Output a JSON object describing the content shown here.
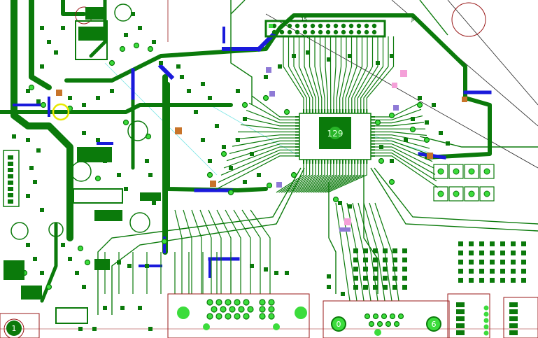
{
  "labels": {
    "mounting_hole_left": "1",
    "mounting_hole_mid": "0",
    "mounting_hole_right": "6",
    "center_chip": "129",
    "ref_top_mid": "15",
    "ref_top_right": "JP"
  },
  "colors": {
    "background": "#ffffff",
    "trace_top": "#0b7a0b",
    "trace_bottom": "#1a1adb",
    "pad": "#0b7a0b",
    "via": "#3cdc3c",
    "silkscreen": "#9a1a1a",
    "highlight_ring": "#e8e800",
    "component_orange": "#c8742a",
    "component_pink": "#f4a0d8",
    "component_purple": "#8f7ad6",
    "ratsnest_cyan": "#7fe6e6",
    "ratsnest_black": "#222222"
  }
}
